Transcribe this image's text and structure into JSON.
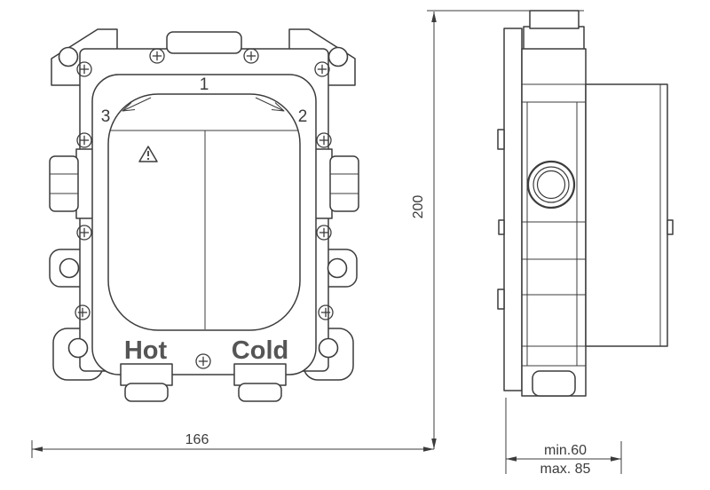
{
  "front_view": {
    "step_labels": {
      "one": "1",
      "two": "2",
      "three": "3"
    },
    "port_labels": {
      "hot": "Hot",
      "cold": "Cold"
    },
    "warning_icon": "warning-triangle"
  },
  "dimensions": {
    "width": "166",
    "height": "200",
    "depth_min": "min.60",
    "depth_max": "max. 85"
  },
  "colors": {
    "line": "#3c3c3c",
    "port_label": "#555555",
    "background": "#ffffff"
  }
}
